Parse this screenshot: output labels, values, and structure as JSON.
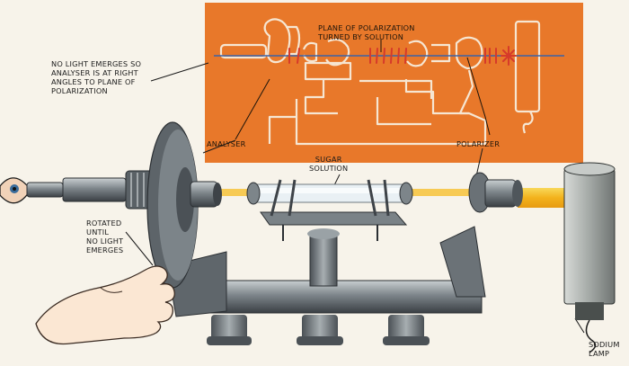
{
  "labels": {
    "plane_of_polarization": "PLANE OF POLARIZATION\nTURNED BY SOLUTION",
    "no_light_emerges": "NO LIGHT EMERGES SO\nANALYSER IS AT RIGHT\nANGLES TO PLANE OF\nPOLARIZATION",
    "analyser": "ANALYSER",
    "polarizer": "POLARIZER",
    "sugar_solution": "SUGAR\nSOLUTION",
    "rotated": "ROTATED\nUNTIL\nNO LIGHT\nEMERGES",
    "sodium_lamp": "SODIUM\nLAMP"
  },
  "colors": {
    "inset_orange": "#e8782a",
    "inset_line": "#f6e6d2",
    "light_beam": "#f3b21c",
    "metal_dark": "#3e4348",
    "metal_mid": "#6c7378",
    "metal_light": "#b9c0c3",
    "lamp_grey": "#9ea3a2",
    "red_marks": "#d63a2a"
  }
}
